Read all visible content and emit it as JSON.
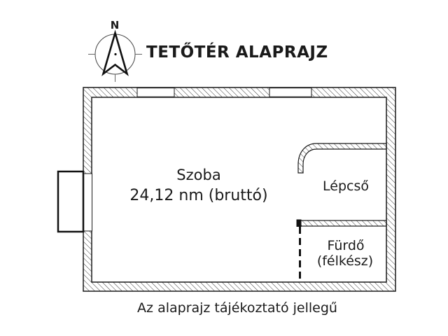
{
  "title": "TETŐTÉR ALAPRAJZ",
  "compass": {
    "north_label": "N"
  },
  "rooms": {
    "szoba": {
      "name": "Szoba",
      "area": "24,12 nm (bruttó)"
    },
    "lepcso": {
      "name": "Lépcső"
    },
    "furdo": {
      "name": "Fürdő",
      "status": "(félkész)"
    }
  },
  "footer": {
    "disclaimer": "Az alaprajz tájékoztató jellegű"
  },
  "colors": {
    "ink": "#1a1a1a",
    "hatch": "#3c3c3c",
    "background": "#ffffff"
  }
}
